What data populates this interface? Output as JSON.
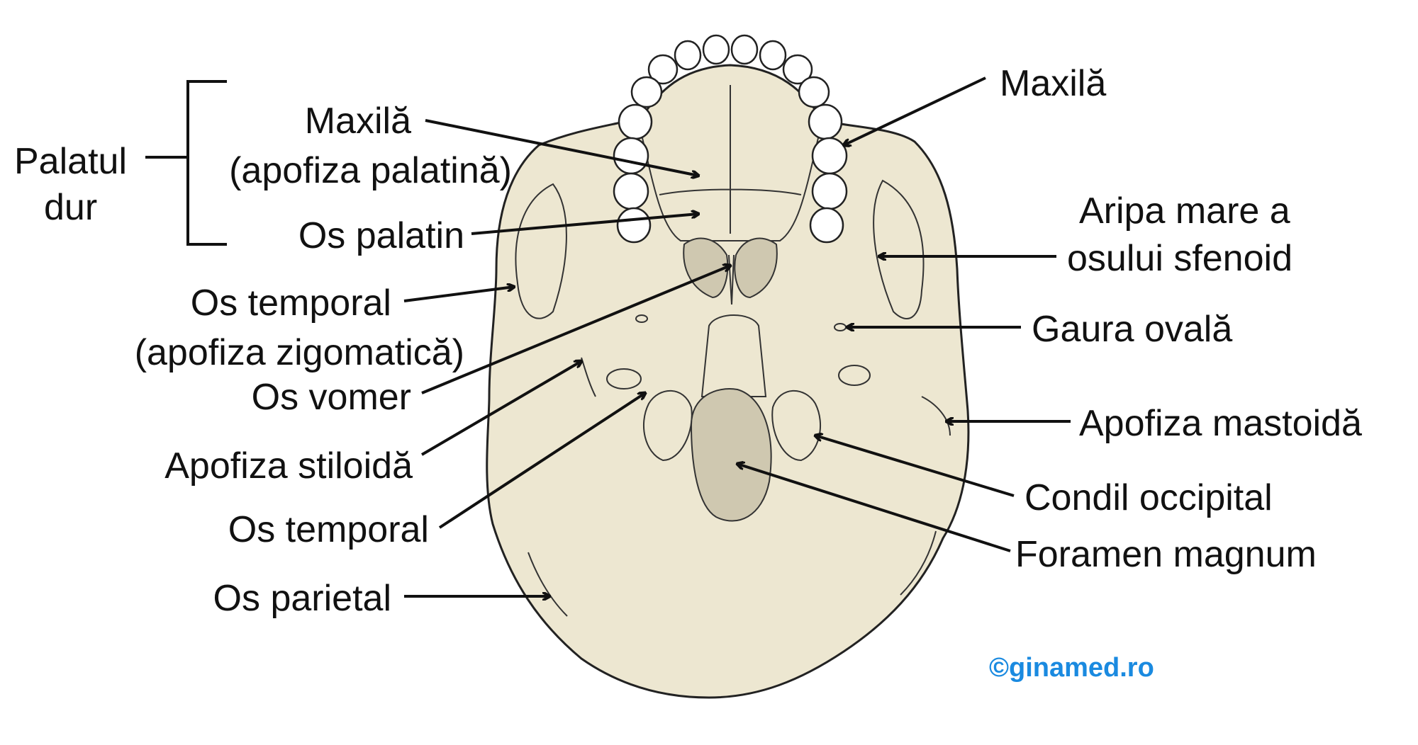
{
  "labels": {
    "palatul_dur_1": "Palatul",
    "palatul_dur_2": "dur",
    "maxila_left_1": "Maxilă",
    "maxila_left_2": "(apofiza palatină)",
    "os_palatin": "Os palatin",
    "os_temporal_zig_1": "Os temporal",
    "os_temporal_zig_2": "(apofiza zigomatică)",
    "os_vomer": "Os vomer",
    "apofiza_stiloida": "Apofiza stiloidă",
    "os_temporal": "Os temporal",
    "os_parietal": "Os parietal",
    "maxila_right": "Maxilă",
    "aripa_mare_1": "Aripa mare a",
    "aripa_mare_2": "osului sfenoid",
    "gaura_ovala": "Gaura ovală",
    "apofiza_mastoida": "Apofiza mastoidă",
    "condil_occipital": "Condil occipital",
    "foramen_magnum": "Foramen magnum"
  },
  "credit": "©ginamed.ro",
  "colors": {
    "bone": "#ede7d1",
    "credit": "#1a8ae0",
    "text": "#111111"
  }
}
